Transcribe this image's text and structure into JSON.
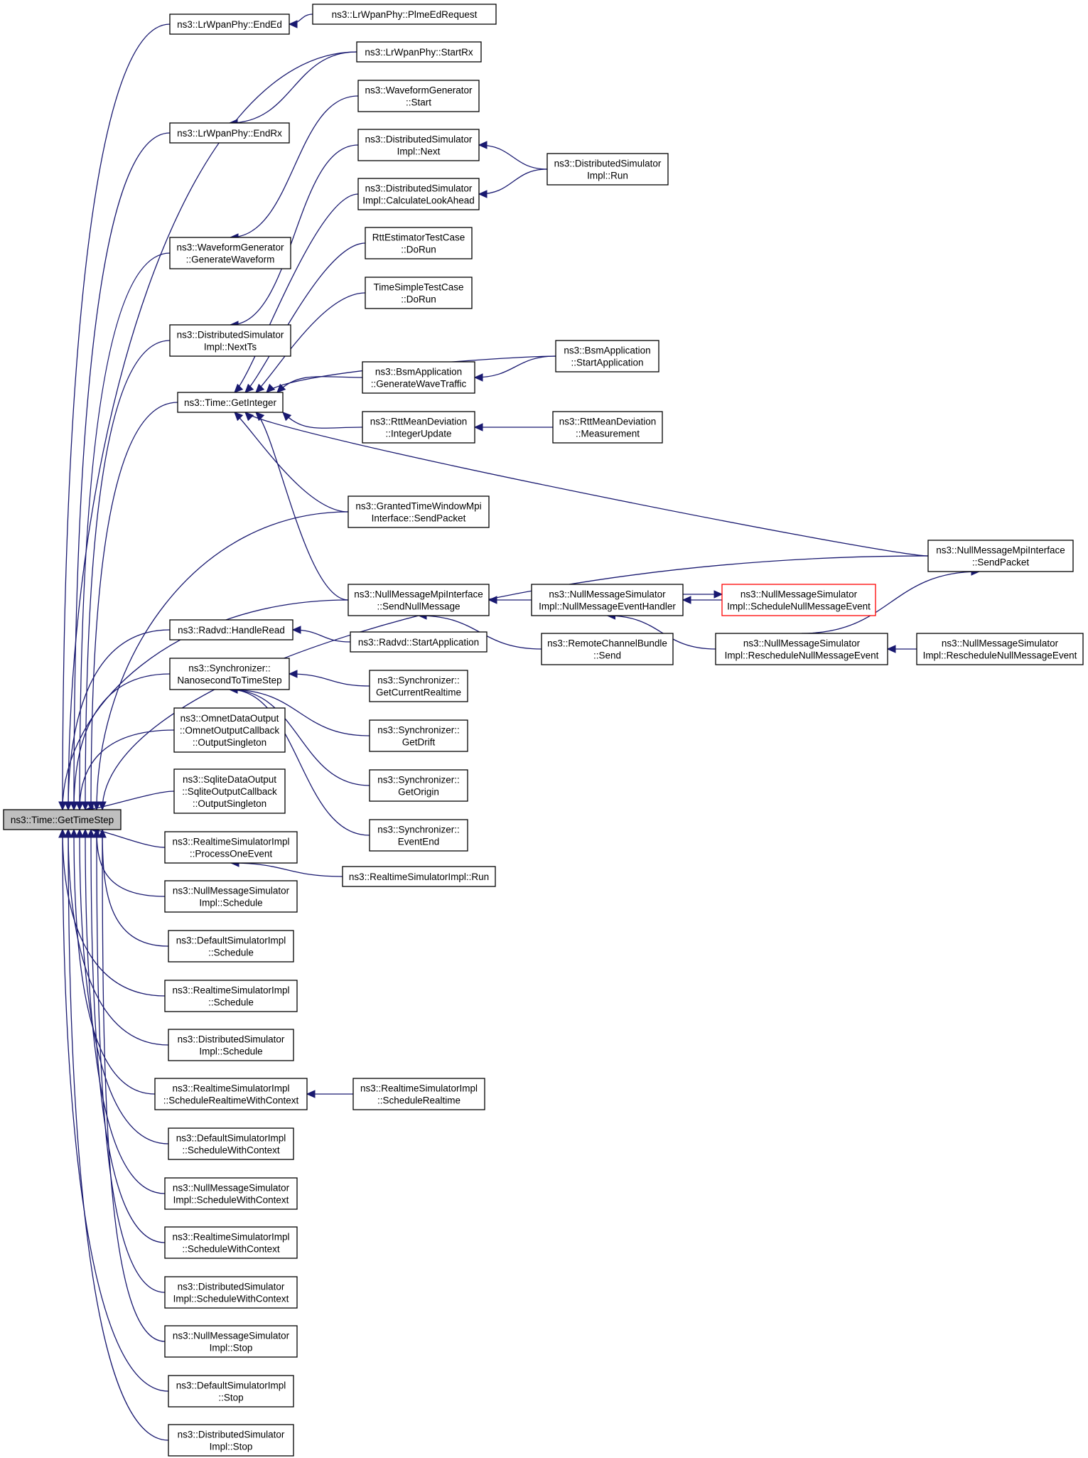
{
  "diagram": {
    "colors": {
      "edge": "#191970",
      "node_border": "#000000",
      "root_fill": "#bfbfbf",
      "highlight_border": "#ff0000",
      "background": "#ffffff"
    },
    "nodes": [
      {
        "id": "gettimestep",
        "lines": [
          "ns3::Time::GetTimeStep"
        ]
      },
      {
        "id": "endEd",
        "lines": [
          "ns3::LrWpanPhy::EndEd"
        ]
      },
      {
        "id": "plmeEd",
        "lines": [
          "ns3::LrWpanPhy::PlmeEdRequest"
        ]
      },
      {
        "id": "startRx",
        "lines": [
          "ns3::LrWpanPhy::StartRx"
        ]
      },
      {
        "id": "wgStart",
        "lines": [
          "ns3::WaveformGenerator",
          "::Start"
        ]
      },
      {
        "id": "endRx",
        "lines": [
          "ns3::LrWpanPhy::EndRx"
        ]
      },
      {
        "id": "dsNext",
        "lines": [
          "ns3::DistributedSimulator",
          "Impl::Next"
        ]
      },
      {
        "id": "dsRun",
        "lines": [
          "ns3::DistributedSimulator",
          "Impl::Run"
        ]
      },
      {
        "id": "dsCalc",
        "lines": [
          "ns3::DistributedSimulator",
          "Impl::CalculateLookAhead"
        ]
      },
      {
        "id": "wgGen",
        "lines": [
          "ns3::WaveformGenerator",
          "::GenerateWaveform"
        ]
      },
      {
        "id": "rttEst",
        "lines": [
          "RttEstimatorTestCase",
          "::DoRun"
        ]
      },
      {
        "id": "timeSimple",
        "lines": [
          "TimeSimpleTestCase",
          "::DoRun"
        ]
      },
      {
        "id": "dsNextTs",
        "lines": [
          "ns3::DistributedSimulator",
          "Impl::NextTs"
        ]
      },
      {
        "id": "bsmStart",
        "lines": [
          "ns3::BsmApplication",
          "::StartApplication"
        ]
      },
      {
        "id": "bsmGen",
        "lines": [
          "ns3::BsmApplication",
          "::GenerateWaveTraffic"
        ]
      },
      {
        "id": "getInteger",
        "lines": [
          "ns3::Time::GetInteger"
        ]
      },
      {
        "id": "rttInt",
        "lines": [
          "ns3::RttMeanDeviation",
          "::IntegerUpdate"
        ]
      },
      {
        "id": "rttMeas",
        "lines": [
          "ns3::RttMeanDeviation",
          "::Measurement"
        ]
      },
      {
        "id": "gtwSend",
        "lines": [
          "ns3::GrantedTimeWindowMpi",
          "Interface::SendPacket"
        ]
      },
      {
        "id": "nmmSendPacket",
        "lines": [
          "ns3::NullMessageMpiInterface",
          "::SendPacket"
        ]
      },
      {
        "id": "nmmSendNull",
        "lines": [
          "ns3::NullMessageMpiInterface",
          "::SendNullMessage"
        ]
      },
      {
        "id": "nmsHandler",
        "lines": [
          "ns3::NullMessageSimulator",
          "Impl::NullMessageEventHandler"
        ]
      },
      {
        "id": "nmsSchedNull",
        "lines": [
          "ns3::NullMessageSimulator",
          "Impl::ScheduleNullMessageEvent"
        ]
      },
      {
        "id": "radvdRead",
        "lines": [
          "ns3::Radvd::HandleRead"
        ]
      },
      {
        "id": "radvdStart",
        "lines": [
          "ns3::Radvd::StartApplication"
        ]
      },
      {
        "id": "rcbSend",
        "lines": [
          "ns3::RemoteChannelBundle",
          "::Send"
        ]
      },
      {
        "id": "nmsResched",
        "lines": [
          "ns3::NullMessageSimulator",
          "Impl::RescheduleNullMessageEvent"
        ]
      },
      {
        "id": "nmsResched2",
        "lines": [
          "ns3::NullMessageSimulator",
          "Impl::RescheduleNullMessageEvent"
        ]
      },
      {
        "id": "syncNano",
        "lines": [
          "ns3::Synchronizer::",
          "NanosecondToTimeStep"
        ]
      },
      {
        "id": "syncRealtime",
        "lines": [
          "ns3::Synchronizer::",
          "GetCurrentRealtime"
        ]
      },
      {
        "id": "omnet",
        "lines": [
          "ns3::OmnetDataOutput",
          "::OmnetOutputCallback",
          "::OutputSingleton"
        ]
      },
      {
        "id": "syncDrift",
        "lines": [
          "ns3::Synchronizer::",
          "GetDrift"
        ]
      },
      {
        "id": "sqlite",
        "lines": [
          "ns3::SqliteDataOutput",
          "::SqliteOutputCallback",
          "::OutputSingleton"
        ]
      },
      {
        "id": "syncOrigin",
        "lines": [
          "ns3::Synchronizer::",
          "GetOrigin"
        ]
      },
      {
        "id": "rsProcess",
        "lines": [
          "ns3::RealtimeSimulatorImpl",
          "::ProcessOneEvent"
        ]
      },
      {
        "id": "syncEnd",
        "lines": [
          "ns3::Synchronizer::",
          "EventEnd"
        ]
      },
      {
        "id": "rsRun",
        "lines": [
          "ns3::RealtimeSimulatorImpl::Run"
        ]
      },
      {
        "id": "nmsSched",
        "lines": [
          "ns3::NullMessageSimulator",
          "Impl::Schedule"
        ]
      },
      {
        "id": "defSched",
        "lines": [
          "ns3::DefaultSimulatorImpl",
          "::Schedule"
        ]
      },
      {
        "id": "rsSched",
        "lines": [
          "ns3::RealtimeSimulatorImpl",
          "::Schedule"
        ]
      },
      {
        "id": "dsSched",
        "lines": [
          "ns3::DistributedSimulator",
          "Impl::Schedule"
        ]
      },
      {
        "id": "rsSchedRtCtx",
        "lines": [
          "ns3::RealtimeSimulatorImpl",
          "::ScheduleRealtimeWithContext"
        ]
      },
      {
        "id": "rsSchedRt",
        "lines": [
          "ns3::RealtimeSimulatorImpl",
          "::ScheduleRealtime"
        ]
      },
      {
        "id": "defSchedCtx",
        "lines": [
          "ns3::DefaultSimulatorImpl",
          "::ScheduleWithContext"
        ]
      },
      {
        "id": "nmsSchedCtx",
        "lines": [
          "ns3::NullMessageSimulator",
          "Impl::ScheduleWithContext"
        ]
      },
      {
        "id": "rsSchedCtx",
        "lines": [
          "ns3::RealtimeSimulatorImpl",
          "::ScheduleWithContext"
        ]
      },
      {
        "id": "dsSchedCtx",
        "lines": [
          "ns3::DistributedSimulator",
          "Impl::ScheduleWithContext"
        ]
      },
      {
        "id": "nmsStop",
        "lines": [
          "ns3::NullMessageSimulator",
          "Impl::Stop"
        ]
      },
      {
        "id": "defStop",
        "lines": [
          "ns3::DefaultSimulatorImpl",
          "::Stop"
        ]
      },
      {
        "id": "dsStop",
        "lines": [
          "ns3::DistributedSimulator",
          "Impl::Stop"
        ]
      }
    ],
    "edges": [
      {
        "from": "plmeEd",
        "to": "endEd"
      },
      {
        "from": "endEd",
        "to": "gettimestep"
      },
      {
        "from": "startRx",
        "to": "gettimestep"
      },
      {
        "from": "startRx",
        "to": "endRx"
      },
      {
        "from": "wgStart",
        "to": "wgGen"
      },
      {
        "from": "endRx",
        "to": "gettimestep"
      },
      {
        "from": "wgGen",
        "to": "gettimestep"
      },
      {
        "from": "dsRun",
        "to": "dsNext"
      },
      {
        "from": "dsRun",
        "to": "dsCalc"
      },
      {
        "from": "dsNext",
        "to": "dsNextTs"
      },
      {
        "from": "dsNextTs",
        "to": "gettimestep"
      },
      {
        "from": "dsCalc",
        "to": "getInteger"
      },
      {
        "from": "rttEst",
        "to": "getInteger"
      },
      {
        "from": "timeSimple",
        "to": "getInteger"
      },
      {
        "from": "bsmStart",
        "to": "bsmGen"
      },
      {
        "from": "bsmStart",
        "to": "getInteger"
      },
      {
        "from": "bsmGen",
        "to": "getInteger"
      },
      {
        "from": "rttMeas",
        "to": "rttInt"
      },
      {
        "from": "rttInt",
        "to": "getInteger"
      },
      {
        "from": "gtwSend",
        "to": "getInteger"
      },
      {
        "from": "nmmSendPacket",
        "to": "getInteger"
      },
      {
        "from": "nmmSendNull",
        "to": "getInteger"
      },
      {
        "from": "getInteger",
        "to": "gettimestep"
      },
      {
        "from": "gtwSend",
        "to": "gettimestep"
      },
      {
        "from": "nmmSendPacket",
        "to": "gettimestep"
      },
      {
        "from": "nmmSendNull",
        "to": "gettimestep"
      },
      {
        "from": "nmsHandler",
        "to": "nmmSendNull"
      },
      {
        "from": "rcbSend",
        "to": "nmmSendNull"
      },
      {
        "from": "nmsSchedNull",
        "to": "nmsHandler"
      },
      {
        "from": "nmsHandler",
        "to": "nmsSchedNull"
      },
      {
        "from": "nmsResched",
        "to": "nmsHandler"
      },
      {
        "from": "nmsResched",
        "to": "nmmSendPacket"
      },
      {
        "from": "nmsResched2",
        "to": "nmsResched"
      },
      {
        "from": "radvdStart",
        "to": "radvdRead"
      },
      {
        "from": "radvdRead",
        "to": "gettimestep"
      },
      {
        "from": "syncRealtime",
        "to": "syncNano"
      },
      {
        "from": "syncDrift",
        "to": "syncNano"
      },
      {
        "from": "syncOrigin",
        "to": "syncNano"
      },
      {
        "from": "syncEnd",
        "to": "syncNano"
      },
      {
        "from": "syncNano",
        "to": "gettimestep"
      },
      {
        "from": "omnet",
        "to": "gettimestep"
      },
      {
        "from": "sqlite",
        "to": "gettimestep"
      },
      {
        "from": "rsRun",
        "to": "rsProcess"
      },
      {
        "from": "rsProcess",
        "to": "gettimestep"
      },
      {
        "from": "nmsSched",
        "to": "gettimestep"
      },
      {
        "from": "defSched",
        "to": "gettimestep"
      },
      {
        "from": "rsSched",
        "to": "gettimestep"
      },
      {
        "from": "dsSched",
        "to": "gettimestep"
      },
      {
        "from": "rsSchedRt",
        "to": "rsSchedRtCtx"
      },
      {
        "from": "rsSchedRtCtx",
        "to": "gettimestep"
      },
      {
        "from": "defSchedCtx",
        "to": "gettimestep"
      },
      {
        "from": "nmsSchedCtx",
        "to": "gettimestep"
      },
      {
        "from": "rsSchedCtx",
        "to": "gettimestep"
      },
      {
        "from": "dsSchedCtx",
        "to": "gettimestep"
      },
      {
        "from": "nmsStop",
        "to": "gettimestep"
      },
      {
        "from": "defStop",
        "to": "gettimestep"
      },
      {
        "from": "dsStop",
        "to": "gettimestep"
      }
    ]
  }
}
